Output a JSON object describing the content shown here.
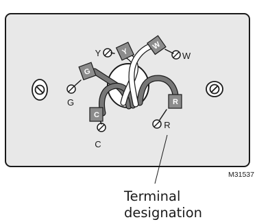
{
  "terminals": {
    "y_label": "Y",
    "w_label": "W",
    "g_label": "G",
    "c_label": "C",
    "r_label": "R"
  },
  "wire_tags": {
    "y": "Y",
    "w": "W",
    "g": "G",
    "c": "C",
    "r": "R"
  },
  "figure_code": "M31537",
  "callout": {
    "line1": "Terminal",
    "line2": "designation"
  },
  "colors": {
    "plate_fill": "#e8e8e8",
    "plate_stroke": "#1a1a1a",
    "wire_dark": "#777777",
    "wire_light": "#ffffff",
    "tag_fill": "#8c8c8c"
  }
}
